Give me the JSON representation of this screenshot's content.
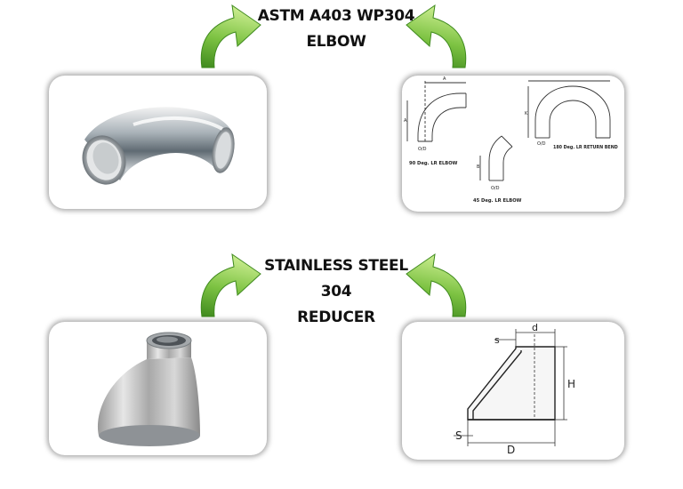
{
  "sections": [
    {
      "title_line1": "ASTM A403 WP304",
      "title_line2": "ELBOW"
    },
    {
      "title_line1": "STAINLESS STEEL 304",
      "title_line2": "REDUCER"
    }
  ],
  "elbow_drawing": {
    "label_90": "90 Deg. LR ELBOW",
    "label_45": "45 Deg. LR ELBOW",
    "label_180": "180 Deg. LR RETURN BEND",
    "dim_a": "A",
    "dim_b": "B",
    "dim_k": "K",
    "dim_od": "O/D"
  },
  "reducer_drawing": {
    "dim_s_small": "s",
    "dim_d_small": "d",
    "dim_h": "H",
    "dim_s_large": "S",
    "dim_d_large": "D"
  },
  "colors": {
    "arrow_green": "#7cc242",
    "arrow_dark_green": "#3f8a1e"
  }
}
